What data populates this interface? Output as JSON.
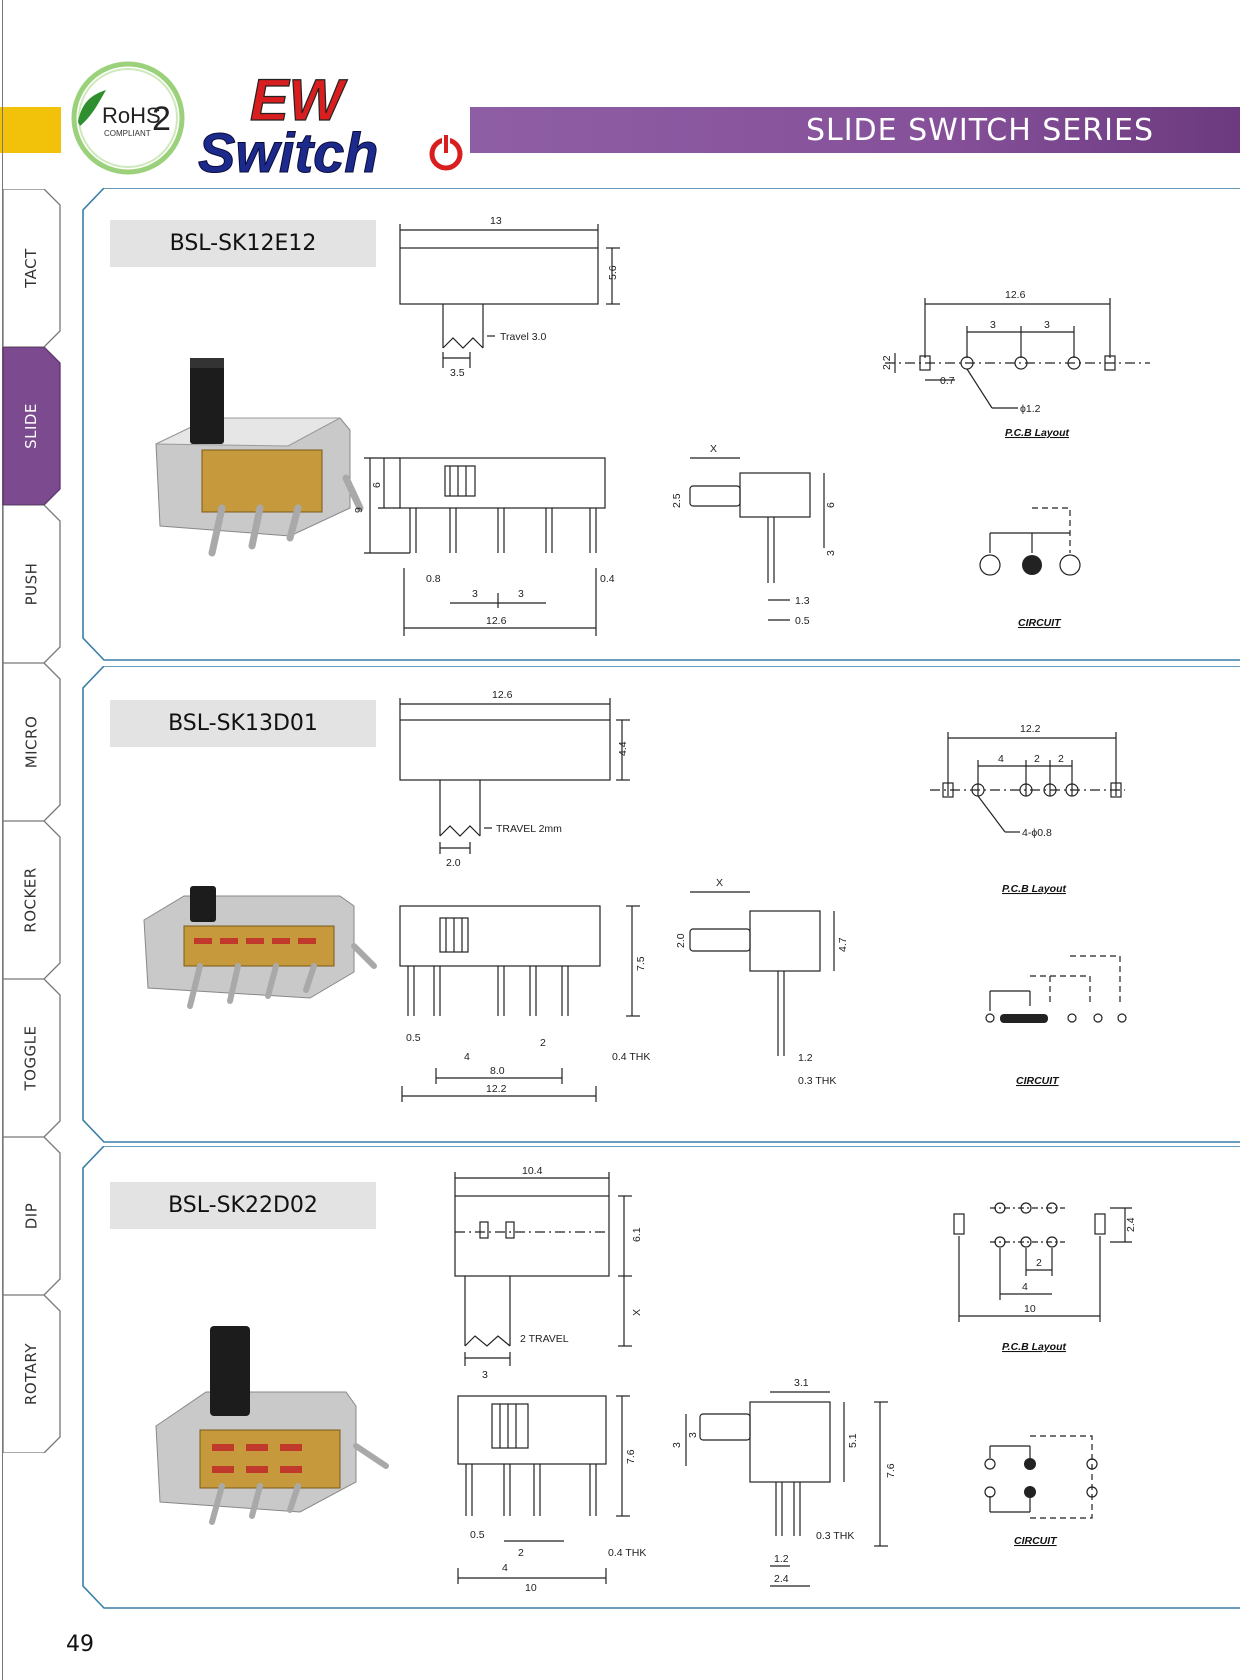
{
  "header": {
    "rohs_text": "RoHS",
    "rohs_number": "2",
    "rohs_sub": "COMPLIANT",
    "brand_top": "EW",
    "brand_bottom": "Switch",
    "series_title": "SLIDE SWITCH  SERIES"
  },
  "colors": {
    "accent_purple": "#86519a",
    "accent_yellow": "#f2c20a",
    "frame_blue": "#3a7fa6",
    "rohs_green": "#3a9a3a",
    "brand_red": "#d81e1e",
    "brand_navy": "#1c2a8c"
  },
  "tabs": [
    {
      "label": "TACT",
      "active": false
    },
    {
      "label": "SLIDE",
      "active": true
    },
    {
      "label": "PUSH",
      "active": false
    },
    {
      "label": "MICRO",
      "active": false
    },
    {
      "label": "ROCKER",
      "active": false
    },
    {
      "label": "TOGGLE",
      "active": false
    },
    {
      "label": "DIP",
      "active": false
    },
    {
      "label": "ROTARY",
      "active": false
    }
  ],
  "sections": [
    {
      "model": "BSL-SK12E12",
      "dims": {
        "top_width": "13",
        "top_height": "5.6",
        "stem": "3.5",
        "travel": "Travel 3.0",
        "front_height_total": "9",
        "front_height_body": "6",
        "pin_w": "0.8",
        "pitch_a": "3",
        "pitch_b": "3",
        "pin_thk": "0.4",
        "front_width": "12.6",
        "side_x": "X",
        "side_stem": "2.5",
        "side_body": "6",
        "side_pin": "3",
        "side_lead": "1.3",
        "side_lead_thk": "0.5",
        "pcb_width": "12.6",
        "pcb_p1": "3",
        "pcb_p2": "3",
        "pcb_h": "2.2",
        "pcb_pad": "0.7",
        "pcb_hole": "ϕ1.2"
      },
      "pcb_caption": "P.C.B Layout",
      "circuit_caption": "CIRCUIT"
    },
    {
      "model": "BSL-SK13D01",
      "dims": {
        "top_width": "12.6",
        "top_height": "4.4",
        "stem": "2.0",
        "travel": "TRAVEL 2mm",
        "front_height": "7.5",
        "pin_w": "0.5",
        "pitch_a": "4",
        "pitch_b": "2",
        "pin_thk": "0.4 THK",
        "span": "8.0",
        "front_width": "12.2",
        "side_x": "X",
        "side_stem": "2.0",
        "side_body": "4.7",
        "side_lead": "1.2",
        "side_lead_thk": "0.3 THK",
        "pcb_width": "12.2",
        "pcb_p1": "4",
        "pcb_p2": "2",
        "pcb_p3": "2",
        "pcb_hole": "4-ϕ0.8"
      },
      "pcb_caption": "P.C.B Layout",
      "circuit_caption": "CIRCUIT"
    },
    {
      "model": "BSL-SK22D02",
      "dims": {
        "top_width": "10.4",
        "top_height": "6.1",
        "top_x": "X",
        "stem": "3",
        "travel": "2 TRAVEL",
        "front_height": "7.6",
        "pin_w": "0.5",
        "pitch_a": "2",
        "pitch_b": "4",
        "pin_thk": "0.4 THK",
        "front_width": "10",
        "side_top": "3.1",
        "side_stem_a": "3",
        "side_stem_b": "3",
        "side_body": "5.1",
        "side_total": "7.6",
        "side_lead_thk": "0.3 THK",
        "side_lead": "1.2",
        "side_lead_span": "2.4",
        "pcb_h": "2.4",
        "pcb_p1": "2",
        "pcb_p2": "4",
        "pcb_width": "10"
      },
      "pcb_caption": "P.C.B Layout",
      "circuit_caption": "CIRCUIT"
    }
  ],
  "page_number": "49"
}
